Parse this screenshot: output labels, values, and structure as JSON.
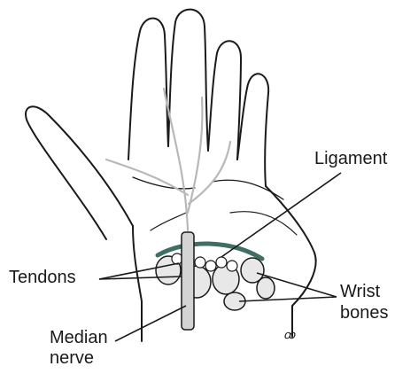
{
  "diagram": {
    "labels": {
      "ligament": "Ligament",
      "tendons": "Tendons",
      "wrist_bones_line1": "Wrist",
      "wrist_bones_line2": "bones",
      "median_nerve_line1": "Median",
      "median_nerve_line2": "nerve"
    },
    "artist_mark": "ꝏ",
    "colors": {
      "line": "#1a1a1a",
      "ligament": "#3f6e62",
      "nerve": "#b8b8b8",
      "bone_fill": "#e8e8e8"
    }
  }
}
